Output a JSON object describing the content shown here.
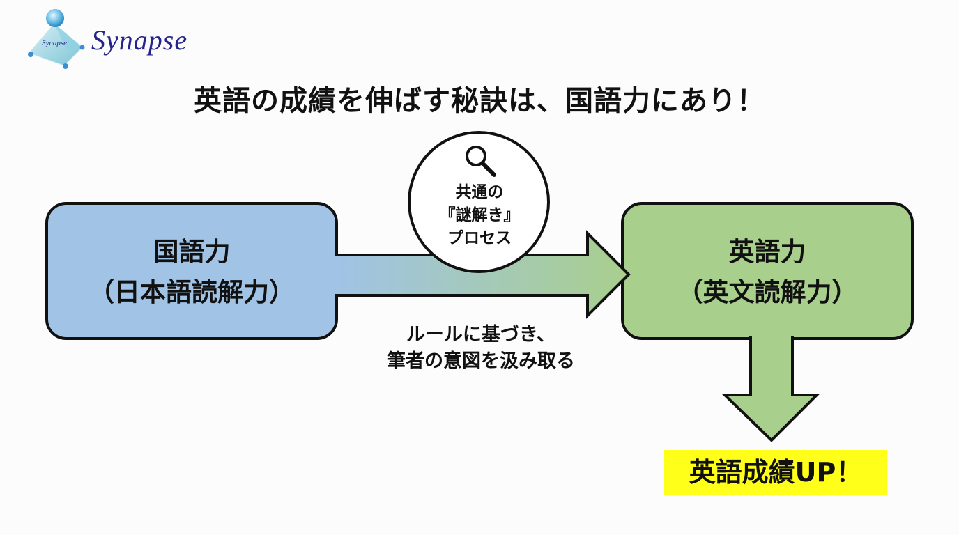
{
  "logo": {
    "brand_name": "Synapse",
    "emblem_label": "Synapse",
    "icon": "pyramid-globe-logo-icon"
  },
  "title": "英語の成績を伸ばす秘訣は、国語力にあり！",
  "diagram": {
    "source_box": {
      "line1": "国語力",
      "line2": "（日本語読解力）",
      "fill": "#a0c3e6"
    },
    "target_box": {
      "line1": "英語力",
      "line2": "（英文読解力）",
      "fill": "#a9cf8d"
    },
    "connector": {
      "icon": "magnifier-icon",
      "circle_lines": [
        "共通の",
        "『謎解き』",
        "プロセス"
      ],
      "caption_lines": [
        "ルールに基づき、",
        "筆者の意図を汲み取る"
      ],
      "gradient_from": "#a0c3e6",
      "gradient_to": "#a9cf8d"
    },
    "result": {
      "label": "英語成績UP！",
      "highlight": "#ffff1a"
    }
  },
  "colors": {
    "background": "#fcfcfc",
    "outline": "#111111",
    "logo_text": "#24248a"
  }
}
